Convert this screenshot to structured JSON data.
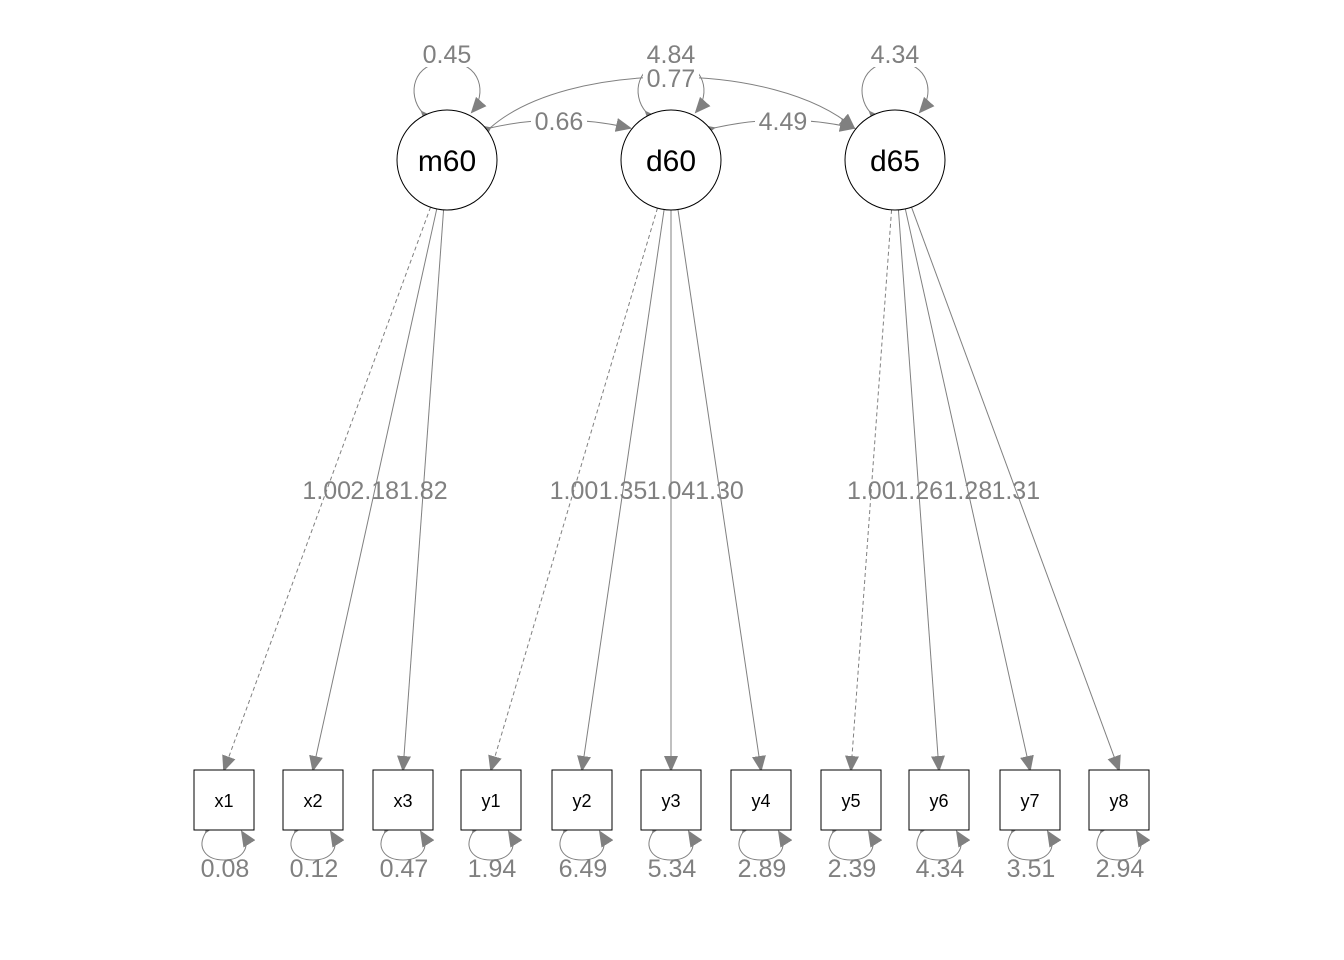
{
  "latents": [
    {
      "id": "m60",
      "label": "m60",
      "variance": "0.45"
    },
    {
      "id": "d60",
      "label": "d60",
      "variance": "4.84"
    },
    {
      "id": "d65",
      "label": "d65",
      "variance": "4.34"
    }
  ],
  "manifests": [
    {
      "id": "x1",
      "label": "x1",
      "residual": "0.08"
    },
    {
      "id": "x2",
      "label": "x2",
      "residual": "0.12"
    },
    {
      "id": "x3",
      "label": "x3",
      "residual": "0.47"
    },
    {
      "id": "y1",
      "label": "y1",
      "residual": "1.94"
    },
    {
      "id": "y2",
      "label": "y2",
      "residual": "6.49"
    },
    {
      "id": "y3",
      "label": "y3",
      "residual": "5.34"
    },
    {
      "id": "y4",
      "label": "y4",
      "residual": "2.89"
    },
    {
      "id": "y5",
      "label": "y5",
      "residual": "2.39"
    },
    {
      "id": "y6",
      "label": "y6",
      "residual": "4.34"
    },
    {
      "id": "y7",
      "label": "y7",
      "residual": "3.51"
    },
    {
      "id": "y8",
      "label": "y8",
      "residual": "2.94"
    }
  ],
  "loadings": [
    {
      "from": "m60",
      "to": "x1",
      "value": "1.00",
      "fixed": true
    },
    {
      "from": "m60",
      "to": "x2",
      "value": "2.18",
      "fixed": false
    },
    {
      "from": "m60",
      "to": "x3",
      "value": "1.82",
      "fixed": false
    },
    {
      "from": "d60",
      "to": "y1",
      "value": "1.00",
      "fixed": true
    },
    {
      "from": "d60",
      "to": "y2",
      "value": "1.35",
      "fixed": false
    },
    {
      "from": "d60",
      "to": "y3",
      "value": "1.04",
      "fixed": false
    },
    {
      "from": "d60",
      "to": "y4",
      "value": "1.30",
      "fixed": false
    },
    {
      "from": "d65",
      "to": "y5",
      "value": "1.00",
      "fixed": true
    },
    {
      "from": "d65",
      "to": "y6",
      "value": "1.26",
      "fixed": false
    },
    {
      "from": "d65",
      "to": "y7",
      "value": "1.28",
      "fixed": false
    },
    {
      "from": "d65",
      "to": "y8",
      "value": "1.31",
      "fixed": false
    }
  ],
  "covariances": [
    {
      "a": "m60",
      "b": "d60",
      "value": "0.66"
    },
    {
      "a": "d60",
      "b": "d65",
      "value": "4.49"
    },
    {
      "a": "m60",
      "b": "d65",
      "value": "0.77"
    }
  ],
  "colors": {
    "edge": "#808080",
    "node_stroke": "#000000",
    "label": "#808080"
  }
}
